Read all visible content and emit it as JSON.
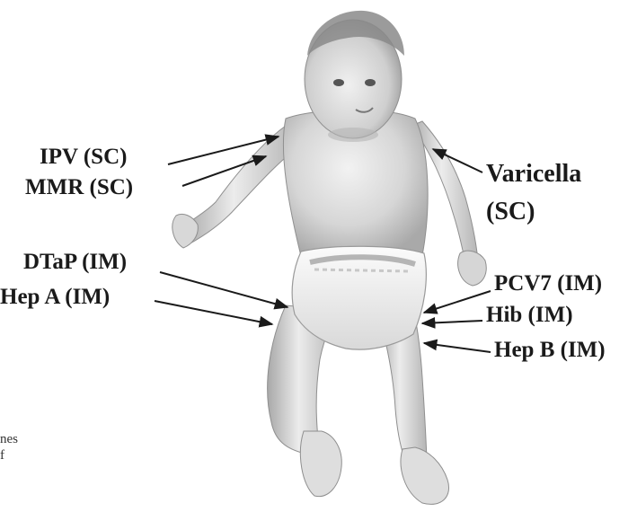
{
  "labels": {
    "ipv": "IPV (SC)",
    "mmr": "MMR  (SC)",
    "varicella_line1": "Varicella",
    "varicella_line2": "(SC)",
    "dtap": "DTaP (IM)",
    "hep_a": "Hep A (IM)",
    "pcv7": "PCV7 (IM)",
    "hib": "Hib (IM)",
    "hep_b": "Hep B (IM)"
  },
  "cropped_text": {
    "line1": "nes",
    "line2": "f"
  },
  "colors": {
    "label_text": "#1a1a1a",
    "arrow": "#1a1a1a",
    "skin_light": "#e9e9e9",
    "skin_shadow": "#9d9d9d",
    "hair": "#8a8a8a",
    "diaper": "#f4f4f4"
  }
}
